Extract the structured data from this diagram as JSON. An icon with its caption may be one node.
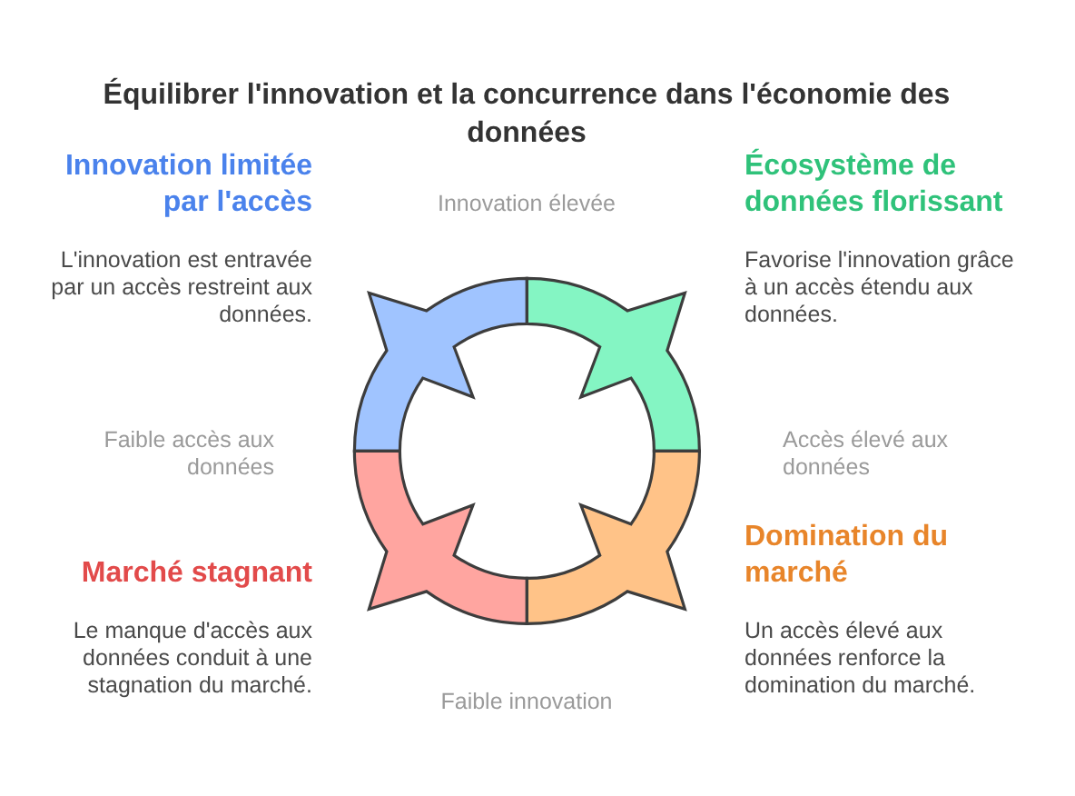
{
  "diagram": {
    "title": "Équilibrer l'innovation et la concurrence dans l'économie des données",
    "nodes": [
      {
        "text": [],
        "shape": "arc",
        "beside": [
          "Innovation limitée par l'accès",
          "L'innovation est entravée par un accès restreint aux données."
        ]
      },
      {
        "text": [],
        "shape": "arc",
        "beside": [
          "Écosystème de données florissant",
          "Favorise l'innovation grâce à un accès étendu aux données."
        ]
      },
      {
        "text": [],
        "shape": "arc",
        "beside": [
          "Marché stagnant",
          "Le manque d'accès aux données conduit à une stagnation du marché."
        ]
      },
      {
        "text": [],
        "shape": "arc",
        "beside": [
          "Domination du marché",
          "Un accès élevé aux données renforce la domination du marché."
        ]
      }
    ],
    "labels": [
      "Innovation élevée",
      "Faible accès aux données",
      "Accès élevé aux données",
      "Faible innovation"
    ]
  }
}
